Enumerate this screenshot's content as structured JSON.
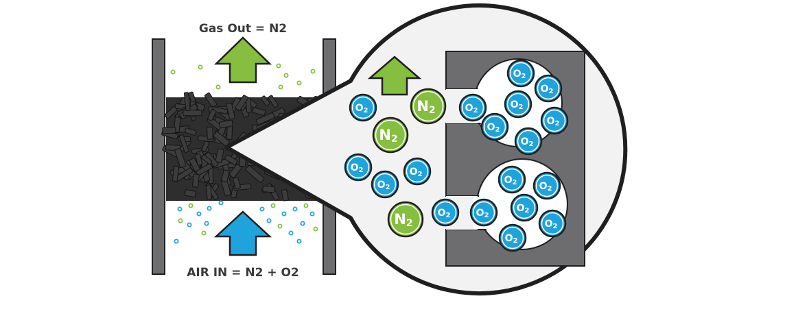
{
  "labels": {
    "gas_out": "Gas Out = N2",
    "air_in": "AIR IN = N2 + O2"
  },
  "molecules": {
    "o2_text": "O2",
    "n2_text": "N2"
  },
  "colors": {
    "o2_fill": "#1fa3dc",
    "n2_fill": "#86be3f",
    "wall": "#6d6d6f",
    "pellet": "#3a3a3a",
    "outline": "#1f1f1f",
    "arrow_out": "#86be3f",
    "arrow_in": "#1fa3dc"
  }
}
